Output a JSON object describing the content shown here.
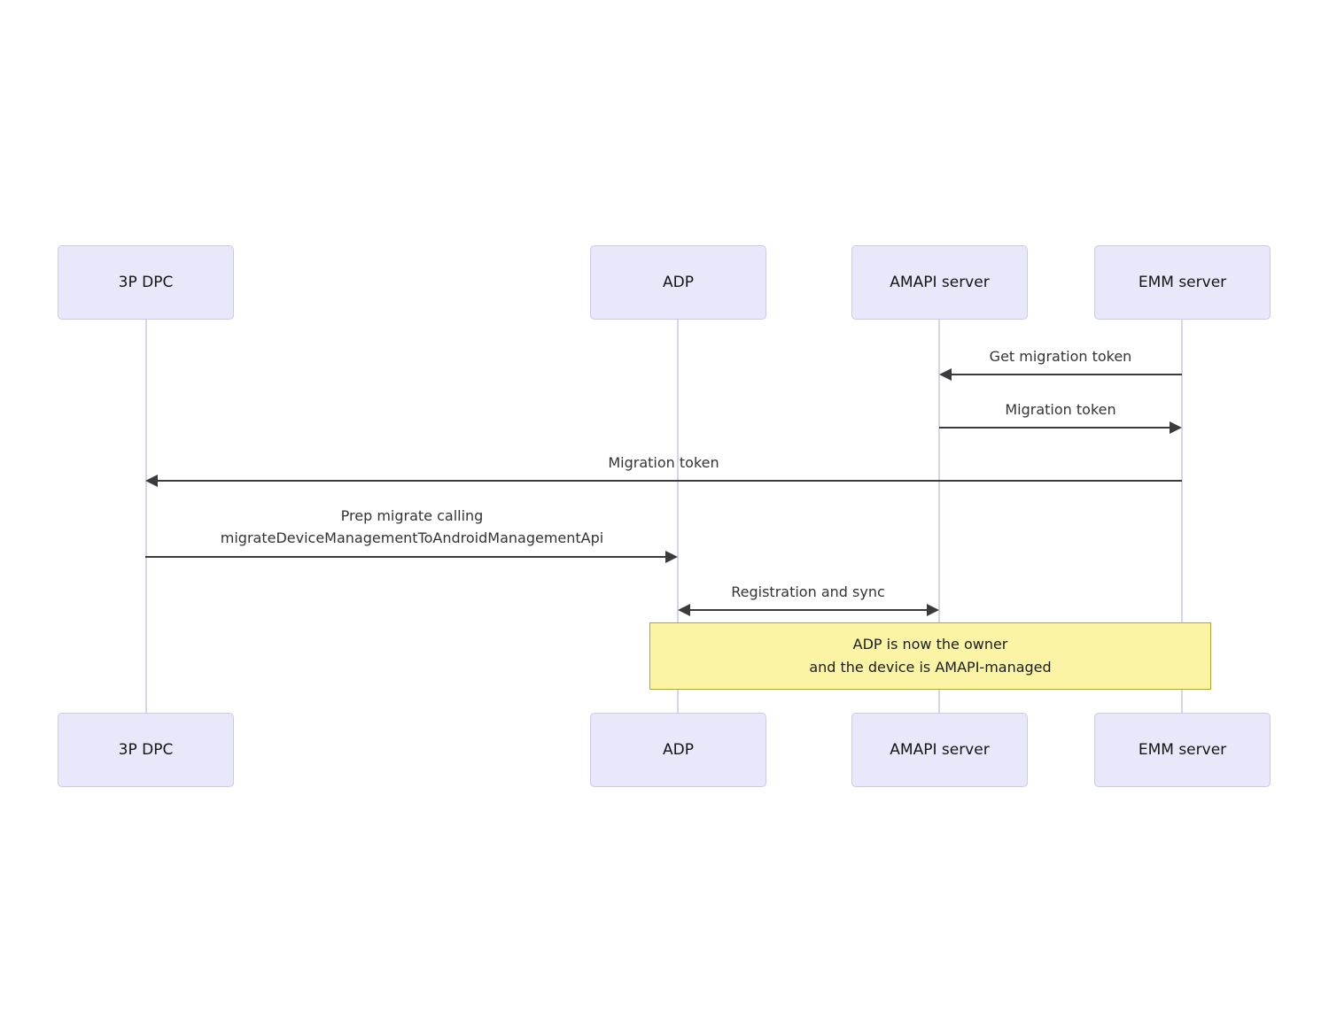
{
  "diagram": {
    "kind": "sequence-diagram",
    "actors": [
      {
        "id": "3p-dpc",
        "label": "3P DPC"
      },
      {
        "id": "adp",
        "label": "ADP"
      },
      {
        "id": "amapi-server",
        "label": "AMAPI server"
      },
      {
        "id": "emm-server",
        "label": "EMM server"
      }
    ],
    "messages": [
      {
        "from": "emm-server",
        "to": "amapi-server",
        "direction": "left",
        "text": "Get migration token"
      },
      {
        "from": "amapi-server",
        "to": "emm-server",
        "direction": "right",
        "text": "Migration token"
      },
      {
        "from": "emm-server",
        "to": "3p-dpc",
        "direction": "left",
        "text": "Migration token"
      },
      {
        "from": "3p-dpc",
        "to": "adp",
        "direction": "right",
        "line1": "Prep migrate calling",
        "line2": "migrateDeviceManagementToAndroidManagementApi"
      },
      {
        "from": "adp",
        "to": "amapi-server",
        "direction": "both",
        "text": "Registration and sync"
      }
    ],
    "note": {
      "over": "adp,emm-server",
      "line1": "ADP is now the owner",
      "line2": "and the device is AMAPI-managed"
    },
    "colors": {
      "actor_fill": "#e9e8fa",
      "actor_border": "#ccc9ea",
      "lifeline": "#d9d4ee",
      "arrow": "#3b3b3b",
      "message_text": "#333333",
      "note_fill": "#fbf4a4",
      "note_border": "#aaaa33"
    }
  }
}
